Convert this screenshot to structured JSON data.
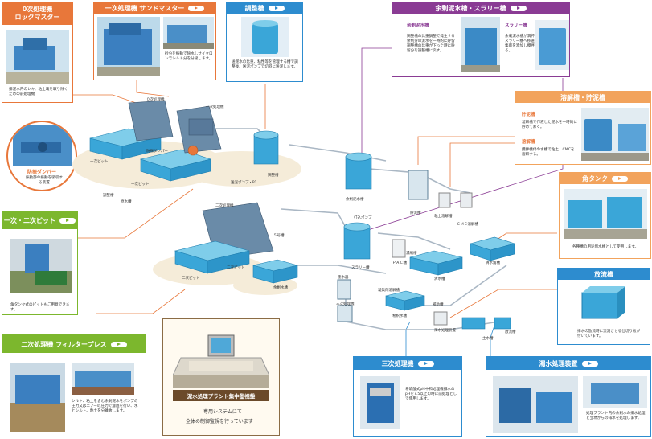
{
  "colors": {
    "orange": "#e8773a",
    "blue": "#2d8ccf",
    "purple": "#8a3b94",
    "green": "#7cb72d",
    "lightorange": "#f2a35c",
    "olive": "#c8b48a"
  },
  "top_cards": [
    {
      "id": "rock",
      "title_line1": "0次処理機",
      "title_line2": "ロックマスター",
      "desc": "排泥水内のレキ、粘土塊を取り除くための前処理機"
    },
    {
      "id": "sand",
      "title": "一次処理機 サンドマスター",
      "desc": "砂分を振動で除水しサイクロンでシルト分を分級します。"
    },
    {
      "id": "adjust",
      "title": "調整槽",
      "desc": "送泥水の比重、粘性等を管理する槽で調整後、送泥ポンプで切羽に送泥します。"
    },
    {
      "id": "surplus",
      "title": "余剰泥水槽・スラリー槽",
      "sub1": "余剰泥水槽",
      "desc1": "調整槽の比重調整で発生する余剰分の泥水を一時的に貯留調整槽の比重が下った時に貯留分を調整槽に戻す。",
      "sub2": "スラリー槽",
      "desc2": "余剰泥水槽が満杯になればスラリー槽へ移送して、凝集剤を添加し攪拌凝集させる。"
    }
  ],
  "right_cards": {
    "dissolve": {
      "title": "溶解槽・貯泥槽",
      "sub1": "貯泥槽",
      "desc1": "溜解槽で作液した泥水を一時的に貯めておく。",
      "sub2": "溶解槽",
      "desc2": "攪拌機付の水槽で粘土、CMCを溶解する。"
    },
    "square": {
      "title": "角タンク",
      "desc": "各種槽の用途別水槽として使用します。"
    },
    "release": {
      "title": "放流槽",
      "desc": "排水の放流時に流測させる仕切り板が付いています。"
    }
  },
  "left_cards": {
    "damper": {
      "title": "防振ダンパー",
      "desc": "振動篩の振動を吸収する装置"
    },
    "pit": {
      "title": "一次・二次ピット",
      "desc": "角タンク式のピットもご用意できます。"
    },
    "filter": {
      "title": "二次処理機 フィルタープレス",
      "desc": "シルト、粘土を含む余剰泥水をポンプの圧力又はエアーの圧力で濾過を行い、水とシルト、粘土を分離致します。"
    }
  },
  "monitor": {
    "title": "泥水処理プラント集中監視盤",
    "line1": "専用システムにて",
    "line2": "全体の制御監視を行っています"
  },
  "bottom_cards": {
    "tertiary": {
      "title": "三次処理機",
      "desc": "希硫酸式pH中和処理機排水のpHを7.5以上の時に前処理として使用します。"
    },
    "turbid": {
      "title": "濁水処理装置",
      "desc": "処理プラント内の余剰水の排水処理と立坑からの排水を処理します。"
    }
  },
  "labels": {
    "rock_small": "０次処理機",
    "sand_small": "一次処理機",
    "damper_small": "防振ダンパー",
    "pit1": "一次ピット",
    "pit1b": "一次ピット",
    "pump": "送泥ポンプ・P1",
    "adjust": "調整槽",
    "surplus": "余剰泥水槽",
    "stock": "貯泥槽",
    "clay": "粘土溶解槽",
    "cmc": "ＣＭＣ溶解槽",
    "feed": "打込ポンプ",
    "slurry": "スラリー槽",
    "pac": "ＰＡＣ槽",
    "filter_small": "二次処理機",
    "pit2": "二次ピット",
    "pit2b": "二次ピット",
    "fiveth": "５号槽",
    "surplus_water": "余剰水槽",
    "clear": "清水槽",
    "clear_square": "清水角槽",
    "tank_a": "濃縮槽",
    "tertiary_small": "三次処理機",
    "heavy": "重水器",
    "flocc": "凝集剤溶解槽",
    "aux": "補助槽",
    "release_small": "放流槽",
    "turbid_small": "濁水処理装置",
    "dilute": "希釈水槽",
    "tank_b": "主水槽",
    "adj_b": "調整槽",
    "tank_c": "原水槽"
  }
}
